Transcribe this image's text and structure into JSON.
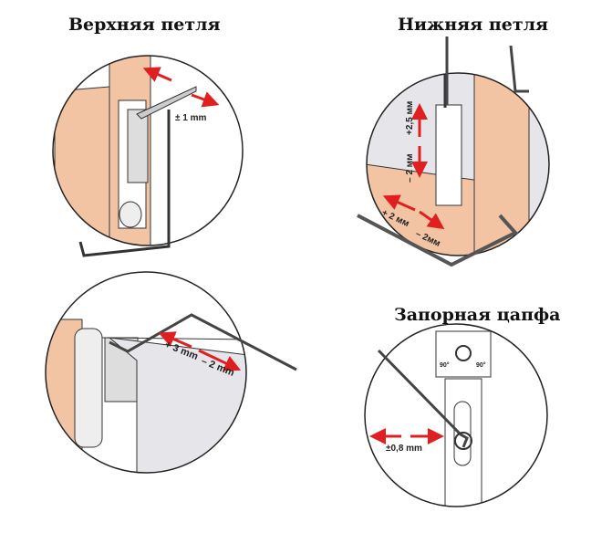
{
  "titles": {
    "top_hinge": "Верхняя петля",
    "bottom_hinge": "Нижняя петля",
    "locking_pin": "Запорная цапфа"
  },
  "labels": {
    "top_hinge_adjust": "± 1 mm",
    "bottom_up": "+2,5 мм",
    "bottom_down": "– 2 мм",
    "bottom_left": "+ 2 мм",
    "bottom_right": "– 2мм",
    "side_plus": "+ 3 mm",
    "side_minus": "– 2 mm",
    "pin_angle_left": "90°",
    "pin_angle_right": "90°",
    "pin_adjust": "±0,8 mm"
  },
  "colors": {
    "arrow": "#e02020",
    "wood": "#f2c4a4",
    "glass": "#e6e6ea",
    "outline": "#222222"
  }
}
